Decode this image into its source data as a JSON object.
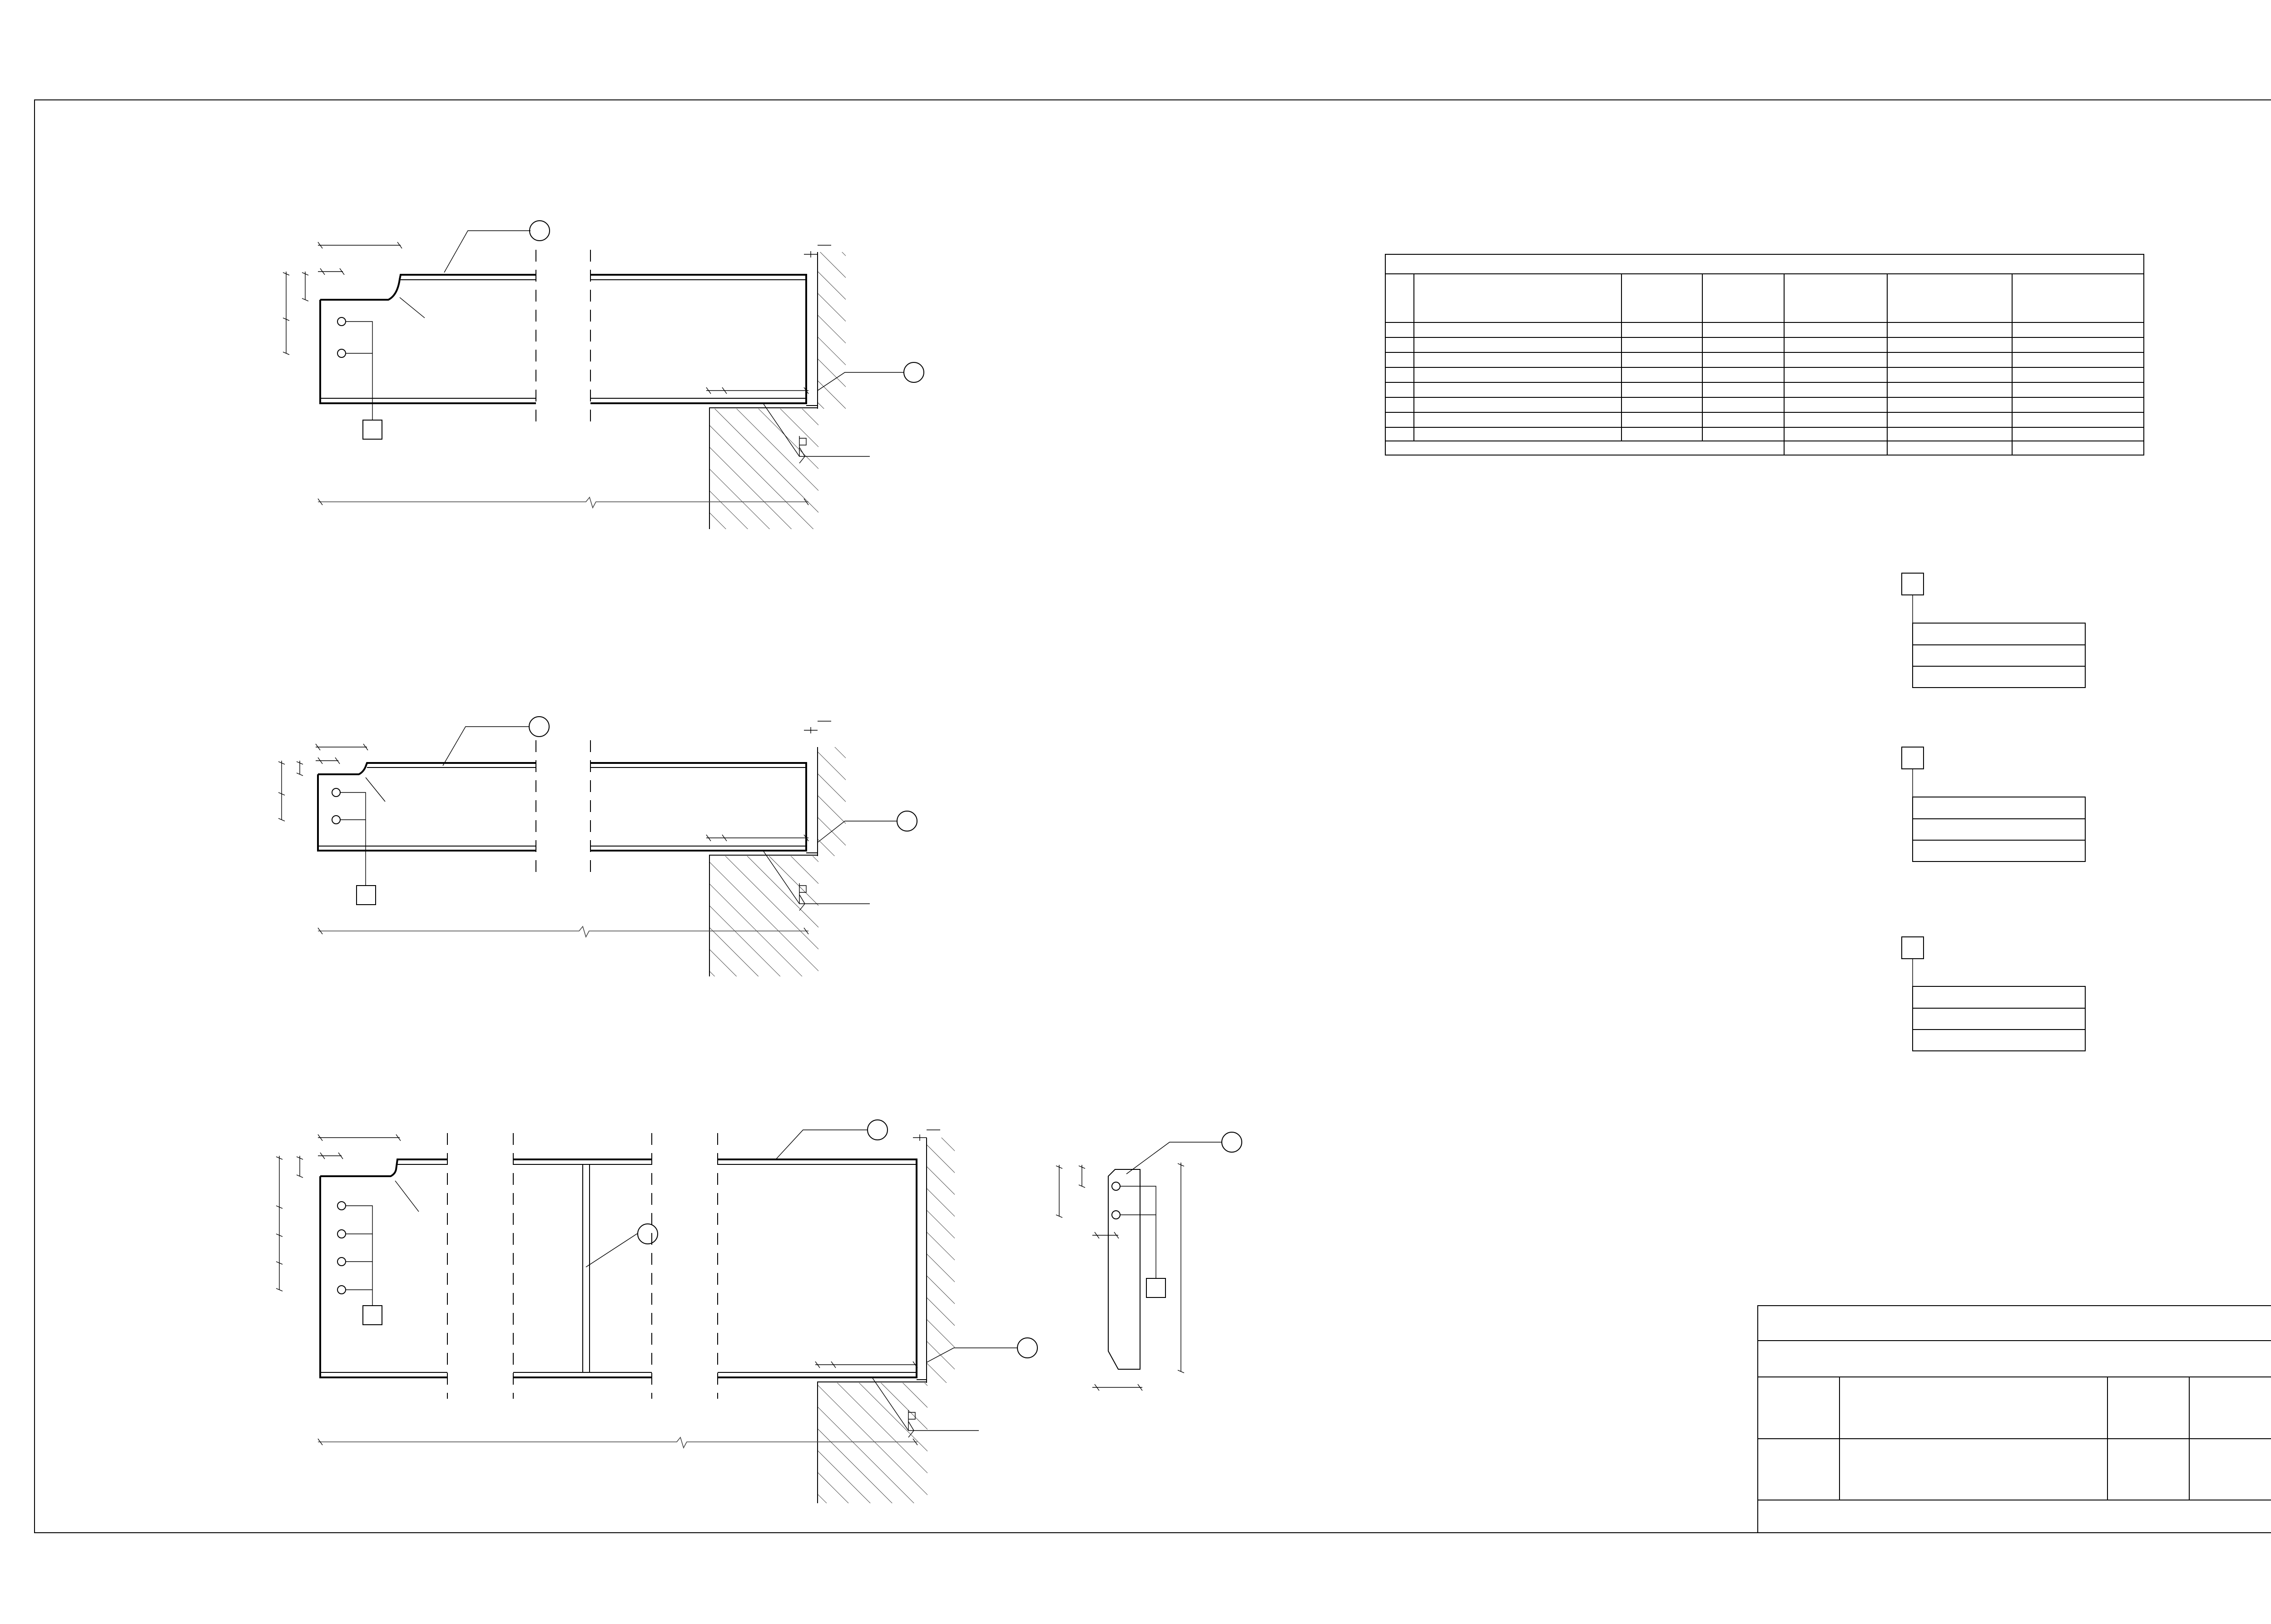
{
  "drawing": {
    "type": "structural steel beam connection detail sheet",
    "views": [
      "beam-detail-1",
      "beam-detail-2",
      "beam-detail-3",
      "end-plate-detail"
    ],
    "schedule_table": {
      "rows": 8,
      "columns": 7
    },
    "spec_blocks": 3,
    "title_block": {
      "rows": 4
    }
  }
}
